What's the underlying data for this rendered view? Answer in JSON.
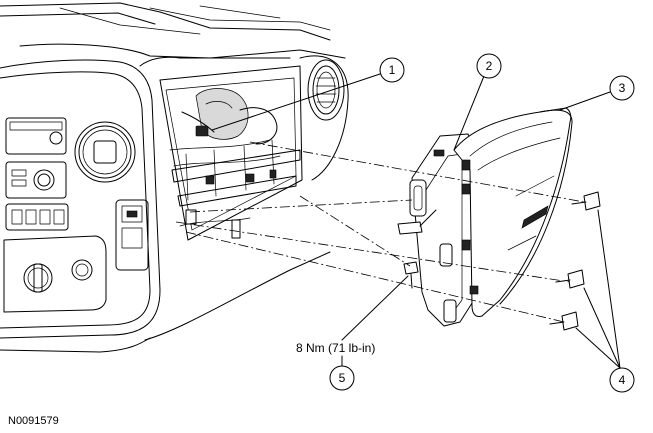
{
  "figure_id": "N0091579",
  "callouts": [
    {
      "number": "1"
    },
    {
      "number": "2"
    },
    {
      "number": "3"
    },
    {
      "number": "4"
    },
    {
      "number": "5"
    }
  ],
  "torque_label": "8 Nm (71 lb-in)"
}
